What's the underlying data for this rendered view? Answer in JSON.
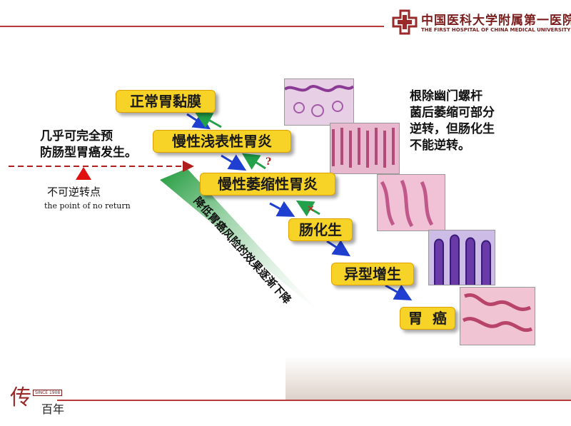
{
  "header": {
    "hospital_cn": "中国医科大学附属第一医院",
    "hospital_en": "THE FIRST HOSPITAL OF CHINA MEDICAL UNIVERSITY"
  },
  "stages": [
    "正常胃黏膜",
    "慢性浅表性胃炎",
    "慢性萎缩性胃炎",
    "肠化生",
    "异型增生",
    "胃  癌"
  ],
  "left_note": {
    "line1": "几乎可完全预",
    "line2": "防肠型胃癌发生。"
  },
  "point_label": {
    "cn": "不可逆转点",
    "en": "the point of no return"
  },
  "question_mark": "?",
  "cross_mark": "✕",
  "right_note": {
    "line1": "根除幽门螺杆",
    "line2": "菌后萎缩可部分",
    "line3": "逆转，但肠化生",
    "line4": "不能逆转。"
  },
  "wedge_label": "降低胃癌风险的效果逐渐下降",
  "footer": {
    "since": "SINCE 1908",
    "centennial": "百年",
    "logo_glyph": "传"
  },
  "colors": {
    "accent_red": "#b83a3a",
    "stage_yellow": "#f7d327",
    "forward_arrow": "#1f3fd1",
    "reverse_arrow": "#22a04a",
    "wedge_green": "#1e9a3a"
  }
}
